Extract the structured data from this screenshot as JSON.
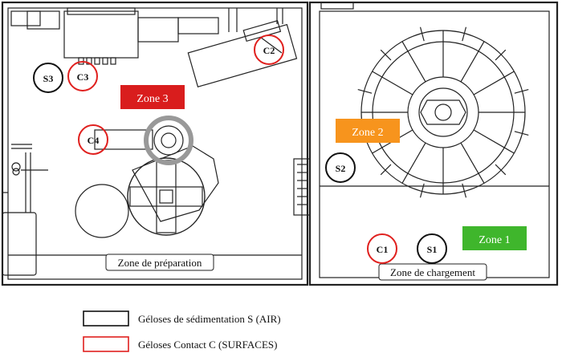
{
  "zones": [
    {
      "key": "zone3",
      "label": "Zone 3",
      "color": "#d91d1d"
    },
    {
      "key": "zone2",
      "label": "Zone 2",
      "color": "#f7941d"
    },
    {
      "key": "zone1",
      "label": "Zone 1",
      "color": "#3fb62c"
    }
  ],
  "areas": {
    "preparation": "Zone de préparation",
    "loading": "Zone de chargement"
  },
  "sampling_points": {
    "settle": [
      {
        "label": "S1",
        "zone": "Zone 1"
      },
      {
        "label": "S2",
        "zone": "Zone 2"
      },
      {
        "label": "S3",
        "zone": "Zone 3"
      }
    ],
    "contact": [
      {
        "label": "C1",
        "zone": "Zone 1"
      },
      {
        "label": "C2",
        "zone": "Zone 3"
      },
      {
        "label": "C3",
        "zone": "Zone 3"
      },
      {
        "label": "C4",
        "zone": "Zone 3"
      }
    ]
  },
  "legend": {
    "settle": {
      "text": "Géloses de sédimentation S (AIR)",
      "color": "#111111"
    },
    "contact": {
      "text": "Géloses Contact C (SURFACES)",
      "color": "#e0201e"
    }
  },
  "colors": {
    "line": "#222222",
    "settle_circle": "#111111",
    "contact_circle": "#e0201e",
    "zone_text": "#ffffff"
  }
}
